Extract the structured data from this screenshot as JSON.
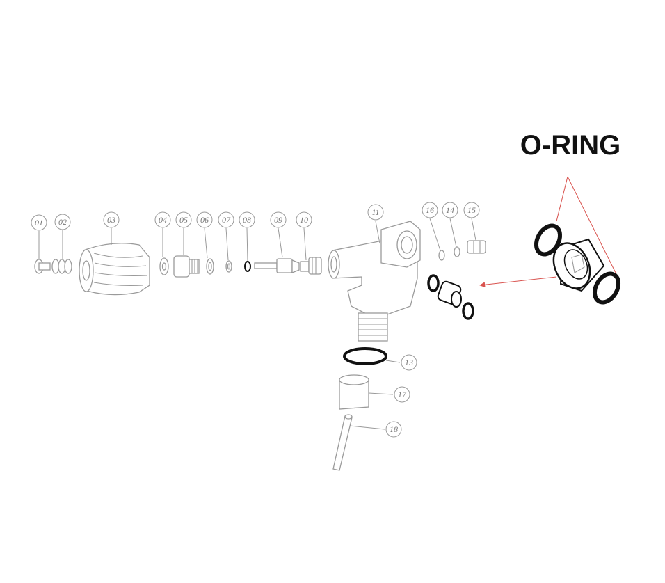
{
  "title": "O-RING",
  "colors": {
    "line": "#9a9a9a",
    "highlight": "#111111",
    "arrow": "#d9534f"
  },
  "callouts": [
    "01",
    "02",
    "03",
    "04",
    "05",
    "06",
    "07",
    "08",
    "09",
    "10",
    "11",
    "16",
    "14",
    "15",
    "13",
    "17",
    "18"
  ]
}
